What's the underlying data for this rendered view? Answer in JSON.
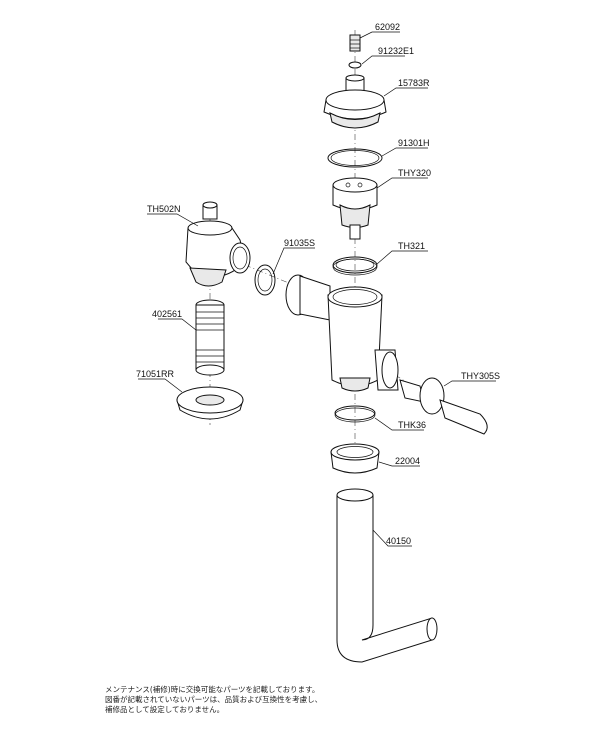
{
  "parts": {
    "p62092": "62092",
    "p91232E1": "91232E1",
    "p15783R": "15783R",
    "p91301H": "91301H",
    "pTHY320": "THY320",
    "pTH502N": "TH502N",
    "p91035S": "91035S",
    "pTH321": "TH321",
    "p402561": "402561",
    "p71051RR": "71051RR",
    "pTHY305S": "THY305S",
    "pTHK36": "THK36",
    "p22004": "22004",
    "p40150": "40150"
  },
  "note": {
    "line1": "メンテナンス(補修)時に交換可能なパーツを記載しております。",
    "line2": "図番が記載されていないパーツは、品質および互換性を考慮し、",
    "line3": "補修品として設定しておりません。"
  }
}
